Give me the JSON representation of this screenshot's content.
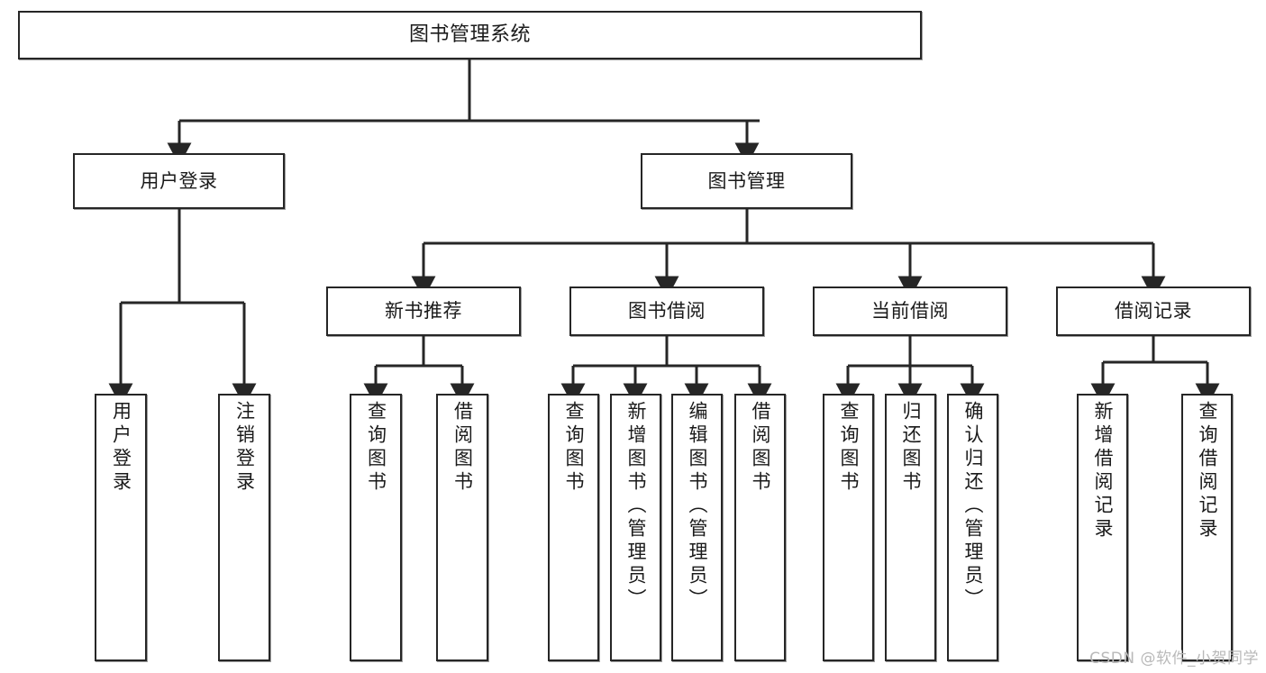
{
  "diagram": {
    "type": "tree",
    "title": "图书管理系统",
    "watermark": "CSDN @软件_小贺同学",
    "colors": {
      "node_border": "#262626",
      "node_fill": "#ffffff",
      "edge": "#262626",
      "text": "#1a1a1a",
      "watermark": "#b9b9b9"
    },
    "nodes": {
      "root": {
        "label": "图书管理系统"
      },
      "level2": [
        {
          "id": "user-login",
          "label": "用户登录"
        },
        {
          "id": "book-manage",
          "label": "图书管理"
        }
      ],
      "level3": [
        {
          "id": "new-book-rec",
          "label": "新书推荐"
        },
        {
          "id": "book-borrow",
          "label": "图书借阅"
        },
        {
          "id": "current-borrow",
          "label": "当前借阅"
        },
        {
          "id": "borrow-record",
          "label": "借阅记录"
        }
      ],
      "leaves": {
        "user_login": [
          {
            "id": "leaf-user-login",
            "label": "用户登录"
          },
          {
            "id": "leaf-logout",
            "label": "注销登录"
          }
        ],
        "new_book_rec": [
          {
            "id": "leaf-query-book-1",
            "label": "查询图书"
          },
          {
            "id": "leaf-borrow-book-1",
            "label": "借阅图书"
          }
        ],
        "book_borrow": [
          {
            "id": "leaf-query-book-2",
            "label": "查询图书"
          },
          {
            "id": "leaf-add-book",
            "label": "新增图书（管理员）"
          },
          {
            "id": "leaf-edit-book",
            "label": "编辑图书（管理员）"
          },
          {
            "id": "leaf-borrow-book-2",
            "label": "借阅图书"
          }
        ],
        "current_borrow": [
          {
            "id": "leaf-query-book-3",
            "label": "查询图书"
          },
          {
            "id": "leaf-return-book",
            "label": "归还图书"
          },
          {
            "id": "leaf-confirm-return",
            "label": "确认归还（管理员）"
          }
        ],
        "borrow_record": [
          {
            "id": "leaf-add-record",
            "label": "新增借阅记录"
          },
          {
            "id": "leaf-query-record",
            "label": "查询借阅记录"
          }
        ]
      }
    }
  }
}
